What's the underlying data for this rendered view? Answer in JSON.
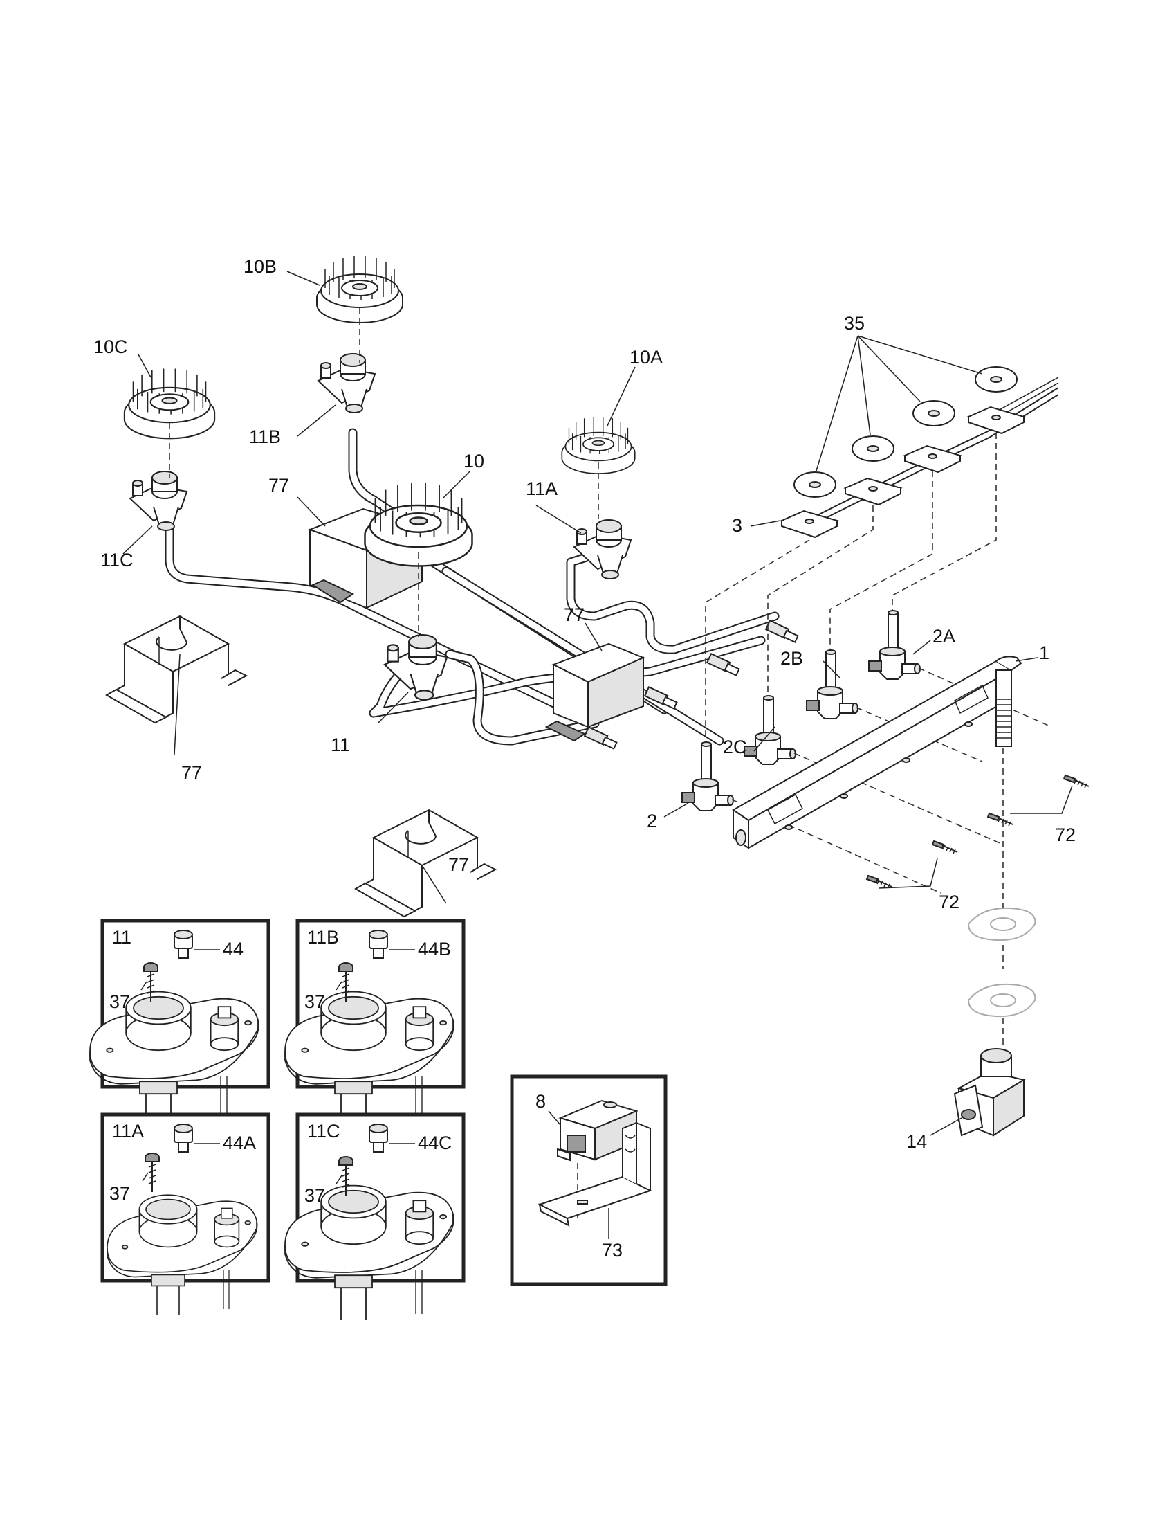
{
  "labels": {
    "l_10B": "10B",
    "l_10C": "10C",
    "l_10A": "10A",
    "l_35": "35",
    "l_11B": "11B",
    "l_77a": "77",
    "l_10": "10",
    "l_11A": "11A",
    "l_11C": "11C",
    "l_3": "3",
    "l_77b": "77",
    "l_2A": "2A",
    "l_1": "1",
    "l_2B": "2B",
    "l_2C": "2C",
    "l_77c": "77",
    "l_11": "11",
    "l_2": "2",
    "l_72a": "72",
    "l_77d": "77",
    "l_72b": "72",
    "l_14": "14"
  },
  "insets": {
    "i11": {
      "title": "11",
      "orifice": "44",
      "screw": "37"
    },
    "i11B": {
      "title": "11B",
      "orifice": "44B",
      "screw": "37"
    },
    "i11A": {
      "title": "11A",
      "orifice": "44A",
      "screw": "37"
    },
    "i11C": {
      "title": "11C",
      "orifice": "44C",
      "screw": "37"
    },
    "i8": {
      "title": "8",
      "bracket": "73"
    }
  }
}
